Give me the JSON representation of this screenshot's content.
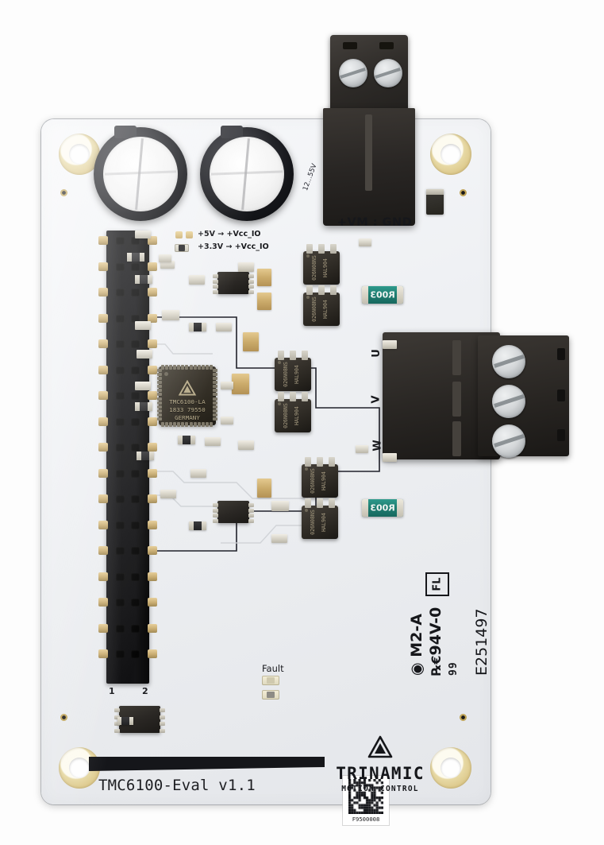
{
  "board": {
    "name": "TMC6100-Eval v1.1",
    "brand_name": "TRINAMIC",
    "brand_tagline": "MOTION CONTROL",
    "pcb_color": "#eef0f3",
    "silkscreen_color": "#16171b"
  },
  "power_connector": {
    "label": "+VM  :  GND",
    "positions": 2,
    "voltage_rating": "12...55V"
  },
  "motor_connector": {
    "positions": 3,
    "phase_labels": [
      "U",
      "V",
      "W"
    ]
  },
  "jumpers": [
    {
      "label": "+5V → +Vcc_IO",
      "fitted": false
    },
    {
      "label": "+3.3V → +Vcc_IO",
      "fitted": true
    }
  ],
  "main_ic": {
    "line1": "TMC6100-LA",
    "line2": "1833 79550",
    "line3": "GERMANY",
    "package": "QFN"
  },
  "mosfets": {
    "marking_line1": "026N08NS",
    "marking_line2": "HAL904",
    "count": 6
  },
  "shunt_resistors": {
    "marking": "R003",
    "count": 2,
    "color": "#1f7f72"
  },
  "indicators": {
    "fault_label": "Fault",
    "led_count": 2
  },
  "datamatrix": {
    "code": "F9500008"
  },
  "certifications": {
    "agency_mark": "M2-A",
    "flammability": "94V-0",
    "ul_file": "E251497",
    "box_mark": "FL",
    "date_code": "99"
  },
  "pin_header": {
    "rows": 2,
    "pins_per_row": 17,
    "number_left": "1",
    "number_right": "2"
  }
}
